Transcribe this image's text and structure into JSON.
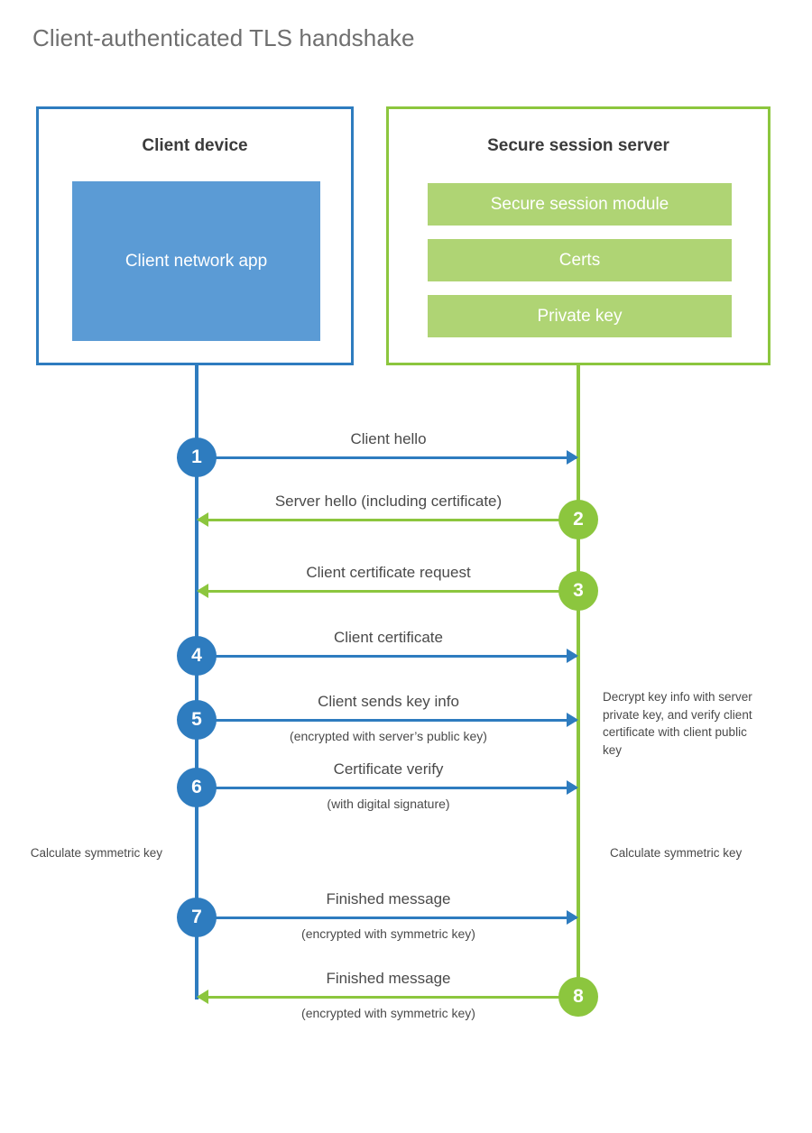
{
  "title": "Client-authenticated TLS handshake",
  "colors": {
    "client_blue": "#2E7CBF",
    "client_app_fill": "#5B9BD5",
    "server_green": "#8CC63E",
    "server_bar_fill": "#AFD474",
    "title_gray": "#6F6F6F",
    "text_gray": "#4A4A4A"
  },
  "client": {
    "title": "Client device",
    "app_label": "Client network app"
  },
  "server": {
    "title": "Secure session server",
    "components": [
      {
        "label": "Secure session module"
      },
      {
        "label": "Certs"
      },
      {
        "label": "Private key"
      }
    ]
  },
  "steps": [
    {
      "number": "1",
      "label": "Client hello",
      "sublabel": "",
      "direction": "client-to-server",
      "color": "blue"
    },
    {
      "number": "2",
      "label": "Server hello (including certificate)",
      "sublabel": "",
      "direction": "server-to-client",
      "color": "green"
    },
    {
      "number": "3",
      "label": "Client certificate request",
      "sublabel": "",
      "direction": "server-to-client",
      "color": "green"
    },
    {
      "number": "4",
      "label": "Client certificate",
      "sublabel": "",
      "direction": "client-to-server",
      "color": "blue"
    },
    {
      "number": "5",
      "label": "Client sends key info",
      "sublabel": "(encrypted with server’s public key)",
      "direction": "client-to-server",
      "color": "blue"
    },
    {
      "number": "6",
      "label": "Certificate verify",
      "sublabel": "(with digital signature)",
      "direction": "client-to-server",
      "color": "blue"
    },
    {
      "number": "7",
      "label": "Finished message",
      "sublabel": "(encrypted with symmetric key)",
      "direction": "client-to-server",
      "color": "blue"
    },
    {
      "number": "8",
      "label": "Finished message",
      "sublabel": "(encrypted with symmetric key)",
      "direction": "server-to-client",
      "color": "green"
    }
  ],
  "notes": {
    "decrypt": "Decrypt key info with server private key, and verify client certificate with client public key",
    "calculate_client": "Calculate symmetric key",
    "calculate_server": "Calculate symmetric key"
  }
}
